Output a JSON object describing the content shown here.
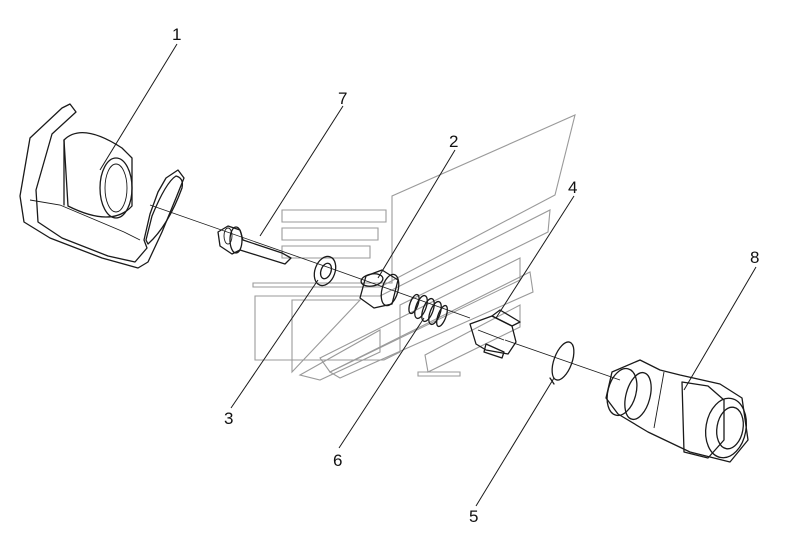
{
  "diagram": {
    "callouts": [
      {
        "id": "1",
        "label": "1"
      },
      {
        "id": "2",
        "label": "2"
      },
      {
        "id": "3",
        "label": "3"
      },
      {
        "id": "4",
        "label": "4"
      },
      {
        "id": "5",
        "label": "5"
      },
      {
        "id": "6",
        "label": "6"
      },
      {
        "id": "7",
        "label": "7"
      },
      {
        "id": "8",
        "label": "8"
      }
    ],
    "colors": {
      "line": "#1a1a1a",
      "part_fill": "#d9d9d9",
      "part_shade": "#bdbdbd",
      "watermark": "#9a9a9a",
      "background": "#ffffff"
    }
  }
}
